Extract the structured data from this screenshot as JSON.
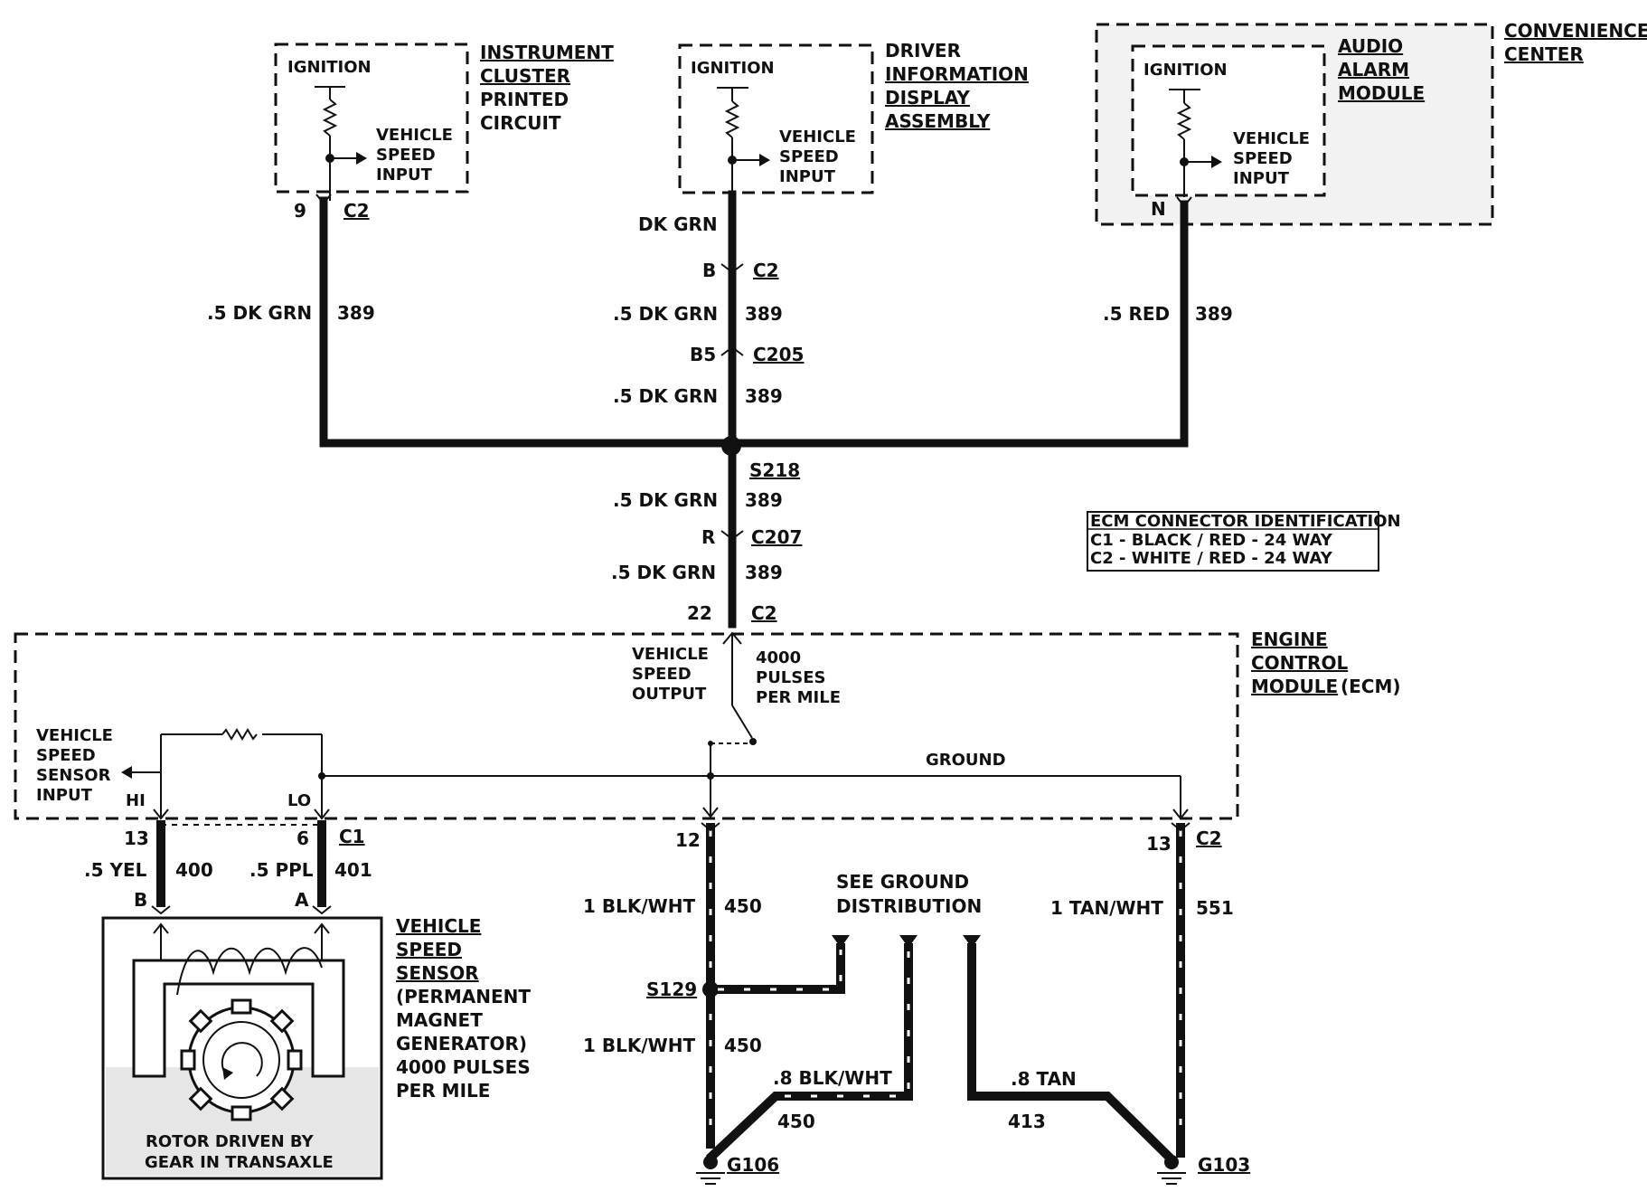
{
  "modules": {
    "instrument_cluster": {
      "label_lines": [
        "INSTRUMENT",
        "CLUSTER",
        "PRINTED",
        "CIRCUIT"
      ],
      "ignition": "IGNITION",
      "input_lines": [
        "VEHICLE",
        "SPEED",
        "INPUT"
      ],
      "pin": "9",
      "connector": "C2"
    },
    "driver_info": {
      "label_lines": [
        "DRIVER",
        "INFORMATION",
        "DISPLAY",
        "ASSEMBLY"
      ],
      "ignition": "IGNITION",
      "input_lines": [
        "VEHICLE",
        "SPEED",
        "INPUT"
      ]
    },
    "audio_alarm": {
      "label_lines": [
        "AUDIO",
        "ALARM",
        "MODULE"
      ],
      "ignition": "IGNITION",
      "input_lines": [
        "VEHICLE",
        "SPEED",
        "INPUT"
      ],
      "pin": "N"
    },
    "convenience_center": {
      "label_lines": [
        "CONVENIENCE",
        "CENTER"
      ]
    },
    "ecm": {
      "label_lines": [
        "ENGINE",
        "CONTROL",
        "MODULE"
      ],
      "label_suffix": "(ECM)",
      "speed_output_lines": [
        "VEHICLE",
        "SPEED",
        "OUTPUT"
      ],
      "pulses_lines": [
        "4000",
        "PULSES",
        "PER MILE"
      ],
      "sensor_input_lines": [
        "VEHICLE",
        "SPEED",
        "SENSOR",
        "INPUT"
      ],
      "hi": "HI",
      "lo": "LO",
      "ground": "GROUND"
    },
    "vss": {
      "label_lines": [
        "VEHICLE",
        "SPEED",
        "SENSOR",
        "(PERMANENT",
        "MAGNET",
        "GENERATOR)",
        "4000 PULSES",
        "PER MILE"
      ],
      "rotor_lines": [
        "ROTOR DRIVEN BY",
        "GEAR IN TRANSAXLE"
      ],
      "pin_b": "B",
      "pin_a": "A"
    }
  },
  "wires": {
    "left_branch": {
      "gauge_color": ".5 DK GRN",
      "circuit": "389"
    },
    "center_top": {
      "color": "DK GRN"
    },
    "center_c2": {
      "pin": "B",
      "connector": "C2"
    },
    "center_1": {
      "gauge_color": ".5 DK GRN",
      "circuit": "389"
    },
    "c205": {
      "pin": "B5",
      "connector": "C205"
    },
    "center_2": {
      "gauge_color": ".5 DK GRN",
      "circuit": "389"
    },
    "right_branch": {
      "gauge_color": ".5 RED",
      "circuit": "389"
    },
    "splice_s218": "S218",
    "center_3": {
      "gauge_color": ".5 DK GRN",
      "circuit": "389"
    },
    "c207": {
      "pin": "R",
      "connector": "C207"
    },
    "center_4": {
      "gauge_color": ".5 DK GRN",
      "circuit": "389"
    },
    "ecm_c2": {
      "pin": "22",
      "connector": "C2"
    },
    "yel": {
      "pin": "13",
      "gauge_color": ".5 YEL",
      "circuit": "400"
    },
    "ppl": {
      "pin": "6",
      "connector": "C1",
      "gauge_color": ".5 PPL",
      "circuit": "401"
    },
    "ground_left": {
      "pin": "12",
      "gauge_color": "1 BLK/WHT",
      "circuit": "450"
    },
    "ground_left_2": {
      "gauge_color": "1 BLK/WHT",
      "circuit": "450"
    },
    "splice_s129": "S129",
    "ground_branch": {
      "gauge_color": ".8 BLK/WHT",
      "circuit": "450"
    },
    "ground_right": {
      "pin": "13",
      "connector": "C2",
      "gauge_color": "1 TAN/WHT",
      "circuit": "551"
    },
    "tan": {
      "gauge_color": ".8 TAN",
      "circuit": "413"
    },
    "see_ground_lines": [
      "SEE GROUND",
      "DISTRIBUTION"
    ],
    "g106": "G106",
    "g103": "G103"
  },
  "ecm_connector_id": {
    "title": "ECM CONNECTOR IDENTIFICATION",
    "lines": [
      "C1 - BLACK / RED - 24 WAY",
      "C2 - WHITE / RED - 24 WAY"
    ]
  }
}
